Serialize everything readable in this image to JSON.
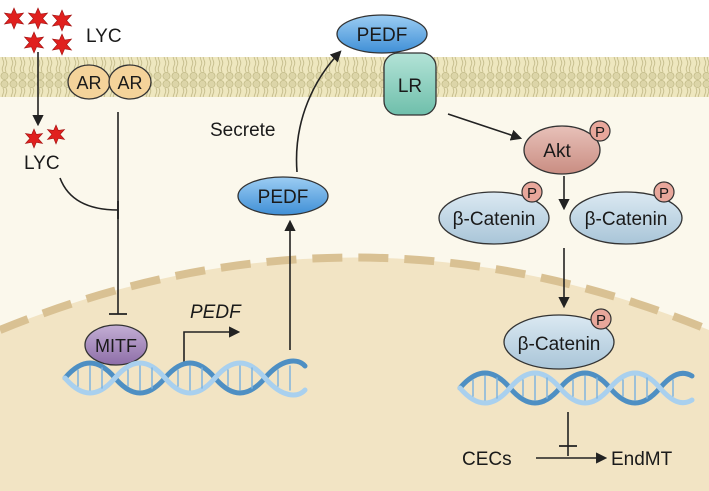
{
  "labels": {
    "lyc_top": "LYC",
    "lyc_inside": "LYC",
    "ar_left": "AR",
    "ar_right": "AR",
    "pedf_top": "PEDF",
    "lr": "LR",
    "secrete": "Secrete",
    "pedf_mid": "PEDF",
    "akt": "Akt",
    "phospho_akt": "P",
    "bcat_left": "β-Catenin",
    "bcat_right": "β-Catenin",
    "phospho_bcat_left": "P",
    "phospho_bcat_right": "P",
    "bcat_nuc": "β-Catenin",
    "phospho_bcat_nuc": "P",
    "mitf": "MITF",
    "pedf_gene": "PEDF",
    "cecs": "CECs",
    "endmt": "EndMT"
  },
  "colors": {
    "membrane": "#eee7bf",
    "cytoplasm": "#fbf8ec",
    "nucleus": "#f2e4c4",
    "nuclear_envelope": "#d9c193",
    "star": "#e0201e",
    "ar": "#f4d39a",
    "pedf": "#5aa7e6",
    "lr": "#8fd1c1",
    "akt": "#d7a39a",
    "catenin": "#c6dbe8",
    "mitf": "#a78bbd",
    "phospho": "#e8a79b",
    "dna_dark": "#4e8fc3",
    "dna_light": "#a9d0ee"
  }
}
